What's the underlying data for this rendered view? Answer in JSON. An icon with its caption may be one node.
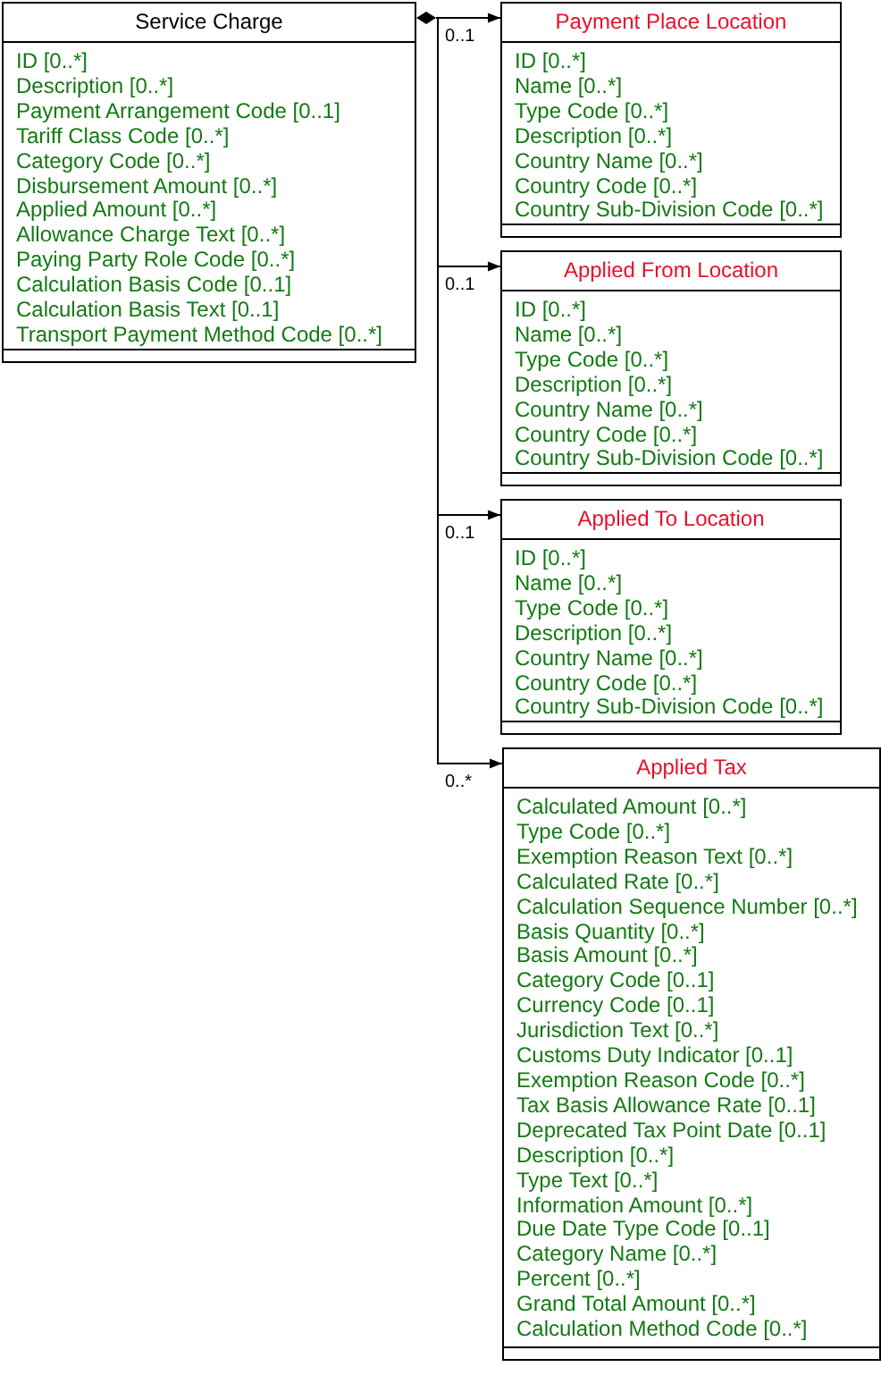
{
  "diagram": {
    "nodes": [
      {
        "text": [
          "Service Charge",
          "ID [0..*]",
          "Description [0..*]",
          "Payment Arrangement Code [0..1]",
          "Tariff Class Code [0..*]",
          "Category Code [0..*]",
          "Disbursement Amount [0..*]",
          "Applied Amount [0..*]",
          "Allowance Charge Text [0..*]",
          "Paying Party Role Code [0..*]",
          "Calculation Basis Code [0..1]",
          "Calculation Basis Text [0..1]",
          "Transport Payment Method Code [0..*]"
        ]
      },
      {
        "text": [
          "Payment Place Location",
          "ID [0..*]",
          "Name [0..*]",
          "Type Code [0..*]",
          "Description [0..*]",
          "Country Name [0..*]",
          "Country Code [0..*]",
          "Country Sub-Division Code [0..*]"
        ]
      },
      {
        "text": [
          "Applied From Location",
          "ID [0..*]",
          "Name [0..*]",
          "Type Code [0..*]",
          "Description [0..*]",
          "Country Name [0..*]",
          "Country Code [0..*]",
          "Country Sub-Division Code [0..*]"
        ]
      },
      {
        "text": [
          "Applied To Location",
          "ID [0..*]",
          "Name [0..*]",
          "Type Code [0..*]",
          "Description [0..*]",
          "Country Name [0..*]",
          "Country Code [0..*]",
          "Country Sub-Division Code [0..*]"
        ]
      },
      {
        "text": [
          "Applied Tax",
          "Calculated Amount [0..*]",
          "Type Code [0..*]",
          "Exemption Reason Text [0..*]",
          "Calculated Rate [0..*]",
          "Calculation Sequence Number [0..*]",
          "Basis Quantity [0..*]",
          "Basis Amount [0..*]",
          "Category Code [0..1]",
          "Currency Code [0..1]",
          "Jurisdiction Text [0..*]",
          "Customs Duty Indicator [0..1]",
          "Exemption Reason Code [0..*]",
          "Tax Basis Allowance Rate [0..1]",
          "Deprecated Tax Point Date [0..1]",
          "Description [0..*]",
          "Type Text [0..*]",
          "Information Amount [0..*]",
          "Due Date Type Code [0..1]",
          "Category Name [0..*]",
          "Percent [0..*]",
          "Grand Total Amount [0..*]",
          "Calculation Method Code [0..*]"
        ]
      }
    ],
    "edges": [
      {
        "from": 0,
        "to": 1,
        "arrow": "to",
        "label": "0..1"
      },
      {
        "from": 0,
        "to": 2,
        "arrow": "to",
        "label": "0..1"
      },
      {
        "from": 0,
        "to": 3,
        "arrow": "to",
        "label": "0..1"
      },
      {
        "from": 0,
        "to": 4,
        "arrow": "to",
        "label": "0..*"
      }
    ]
  }
}
